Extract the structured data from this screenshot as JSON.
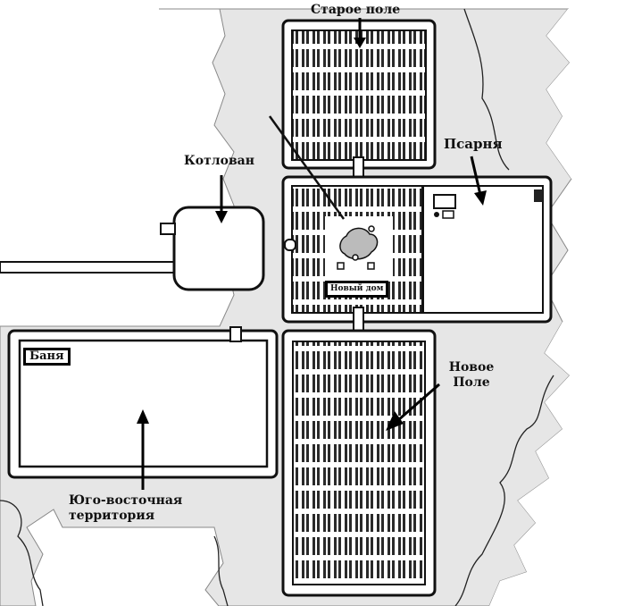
{
  "labels": {
    "old_field": "Старое поле",
    "kennel": "Псарня",
    "pit": "Котлован",
    "new_house": "Новый дом",
    "bathhouse": "Баня",
    "new_field_line1": "Новое",
    "new_field_line2": "Поле",
    "se_territory_line1": "Юго-восточная",
    "se_territory_line2": "территория"
  },
  "colors": {
    "background": "#ffffff",
    "ground": "#e6e6e6",
    "outline": "#111111",
    "crop_rows": "#2a2a2a"
  }
}
